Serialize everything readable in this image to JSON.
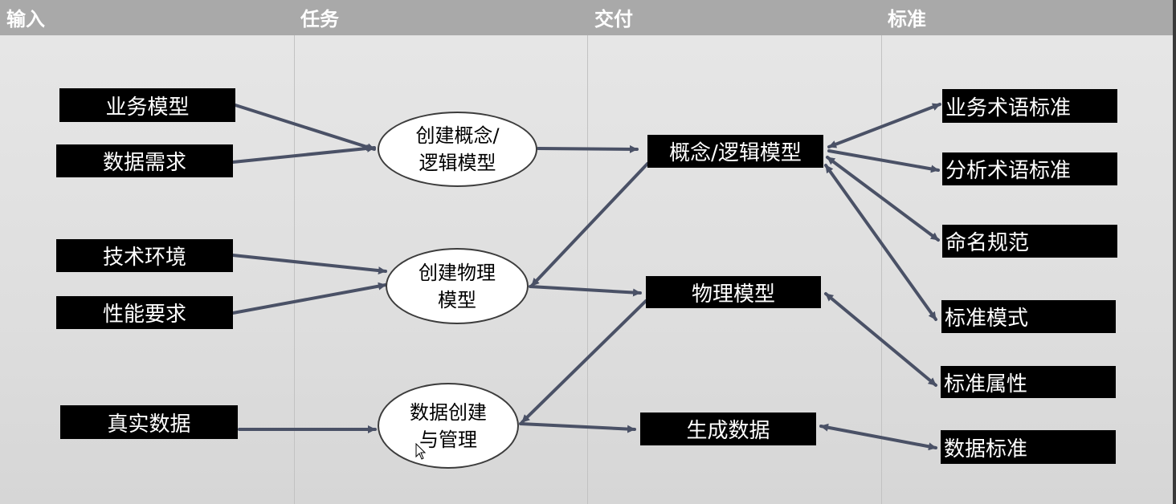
{
  "headers": {
    "input": "输入",
    "task": "任务",
    "deliverable": "交付",
    "standard": "标准"
  },
  "inputs": {
    "business_model": "业务模型",
    "data_requirements": "数据需求",
    "tech_environment": "技术环境",
    "performance_requirements": "性能要求",
    "real_data": "真实数据"
  },
  "tasks": {
    "conceptual_logical": {
      "line1": "创建概念/",
      "line2": "逻辑模型"
    },
    "physical": {
      "line1": "创建物理",
      "line2": "模型"
    },
    "data_create_manage": {
      "line1": "数据创建",
      "line2": "与管理"
    }
  },
  "deliverables": {
    "conceptual_logical_model": "概念/逻辑模型",
    "physical_model": "物理模型",
    "generated_data": "生成数据"
  },
  "standards": {
    "business_terms": "业务术语标准",
    "analysis_terms": "分析术语标准",
    "naming": "命名规范",
    "standard_patterns": "标准模式",
    "standard_attributes": "标准属性",
    "data_standards": "数据标准"
  },
  "colors": {
    "header_bg": "#a9a9a9",
    "box_bg": "#000000",
    "arrow": "#4a5166"
  }
}
